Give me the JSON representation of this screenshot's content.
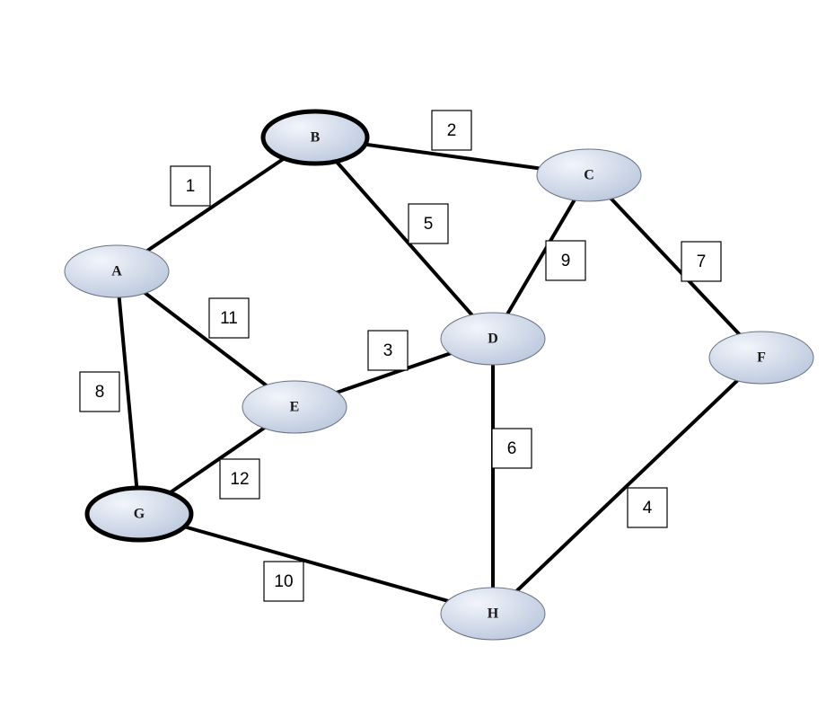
{
  "graph": {
    "colors": {
      "node_fill_light": "#f2f5fb",
      "node_fill_dark": "#b9c6dc",
      "node_border": "#6b7383",
      "edge": "#000000"
    },
    "nodes": [
      {
        "id": "A",
        "label": "A",
        "emphasized": false
      },
      {
        "id": "B",
        "label": "B",
        "emphasized": true
      },
      {
        "id": "C",
        "label": "C",
        "emphasized": false
      },
      {
        "id": "D",
        "label": "D",
        "emphasized": false
      },
      {
        "id": "E",
        "label": "E",
        "emphasized": false
      },
      {
        "id": "F",
        "label": "F",
        "emphasized": false
      },
      {
        "id": "G",
        "label": "G",
        "emphasized": true
      },
      {
        "id": "H",
        "label": "H",
        "emphasized": false
      }
    ],
    "edges": [
      {
        "from": "A",
        "to": "B",
        "weight": "1"
      },
      {
        "from": "B",
        "to": "C",
        "weight": "2"
      },
      {
        "from": "E",
        "to": "D",
        "weight": "3"
      },
      {
        "from": "F",
        "to": "H",
        "weight": "4"
      },
      {
        "from": "B",
        "to": "D",
        "weight": "5"
      },
      {
        "from": "D",
        "to": "H",
        "weight": "6"
      },
      {
        "from": "C",
        "to": "F",
        "weight": "7"
      },
      {
        "from": "A",
        "to": "G",
        "weight": "8"
      },
      {
        "from": "C",
        "to": "D",
        "weight": "9"
      },
      {
        "from": "G",
        "to": "H",
        "weight": "10"
      },
      {
        "from": "A",
        "to": "E",
        "weight": "11"
      },
      {
        "from": "G",
        "to": "E",
        "weight": "12"
      }
    ]
  }
}
